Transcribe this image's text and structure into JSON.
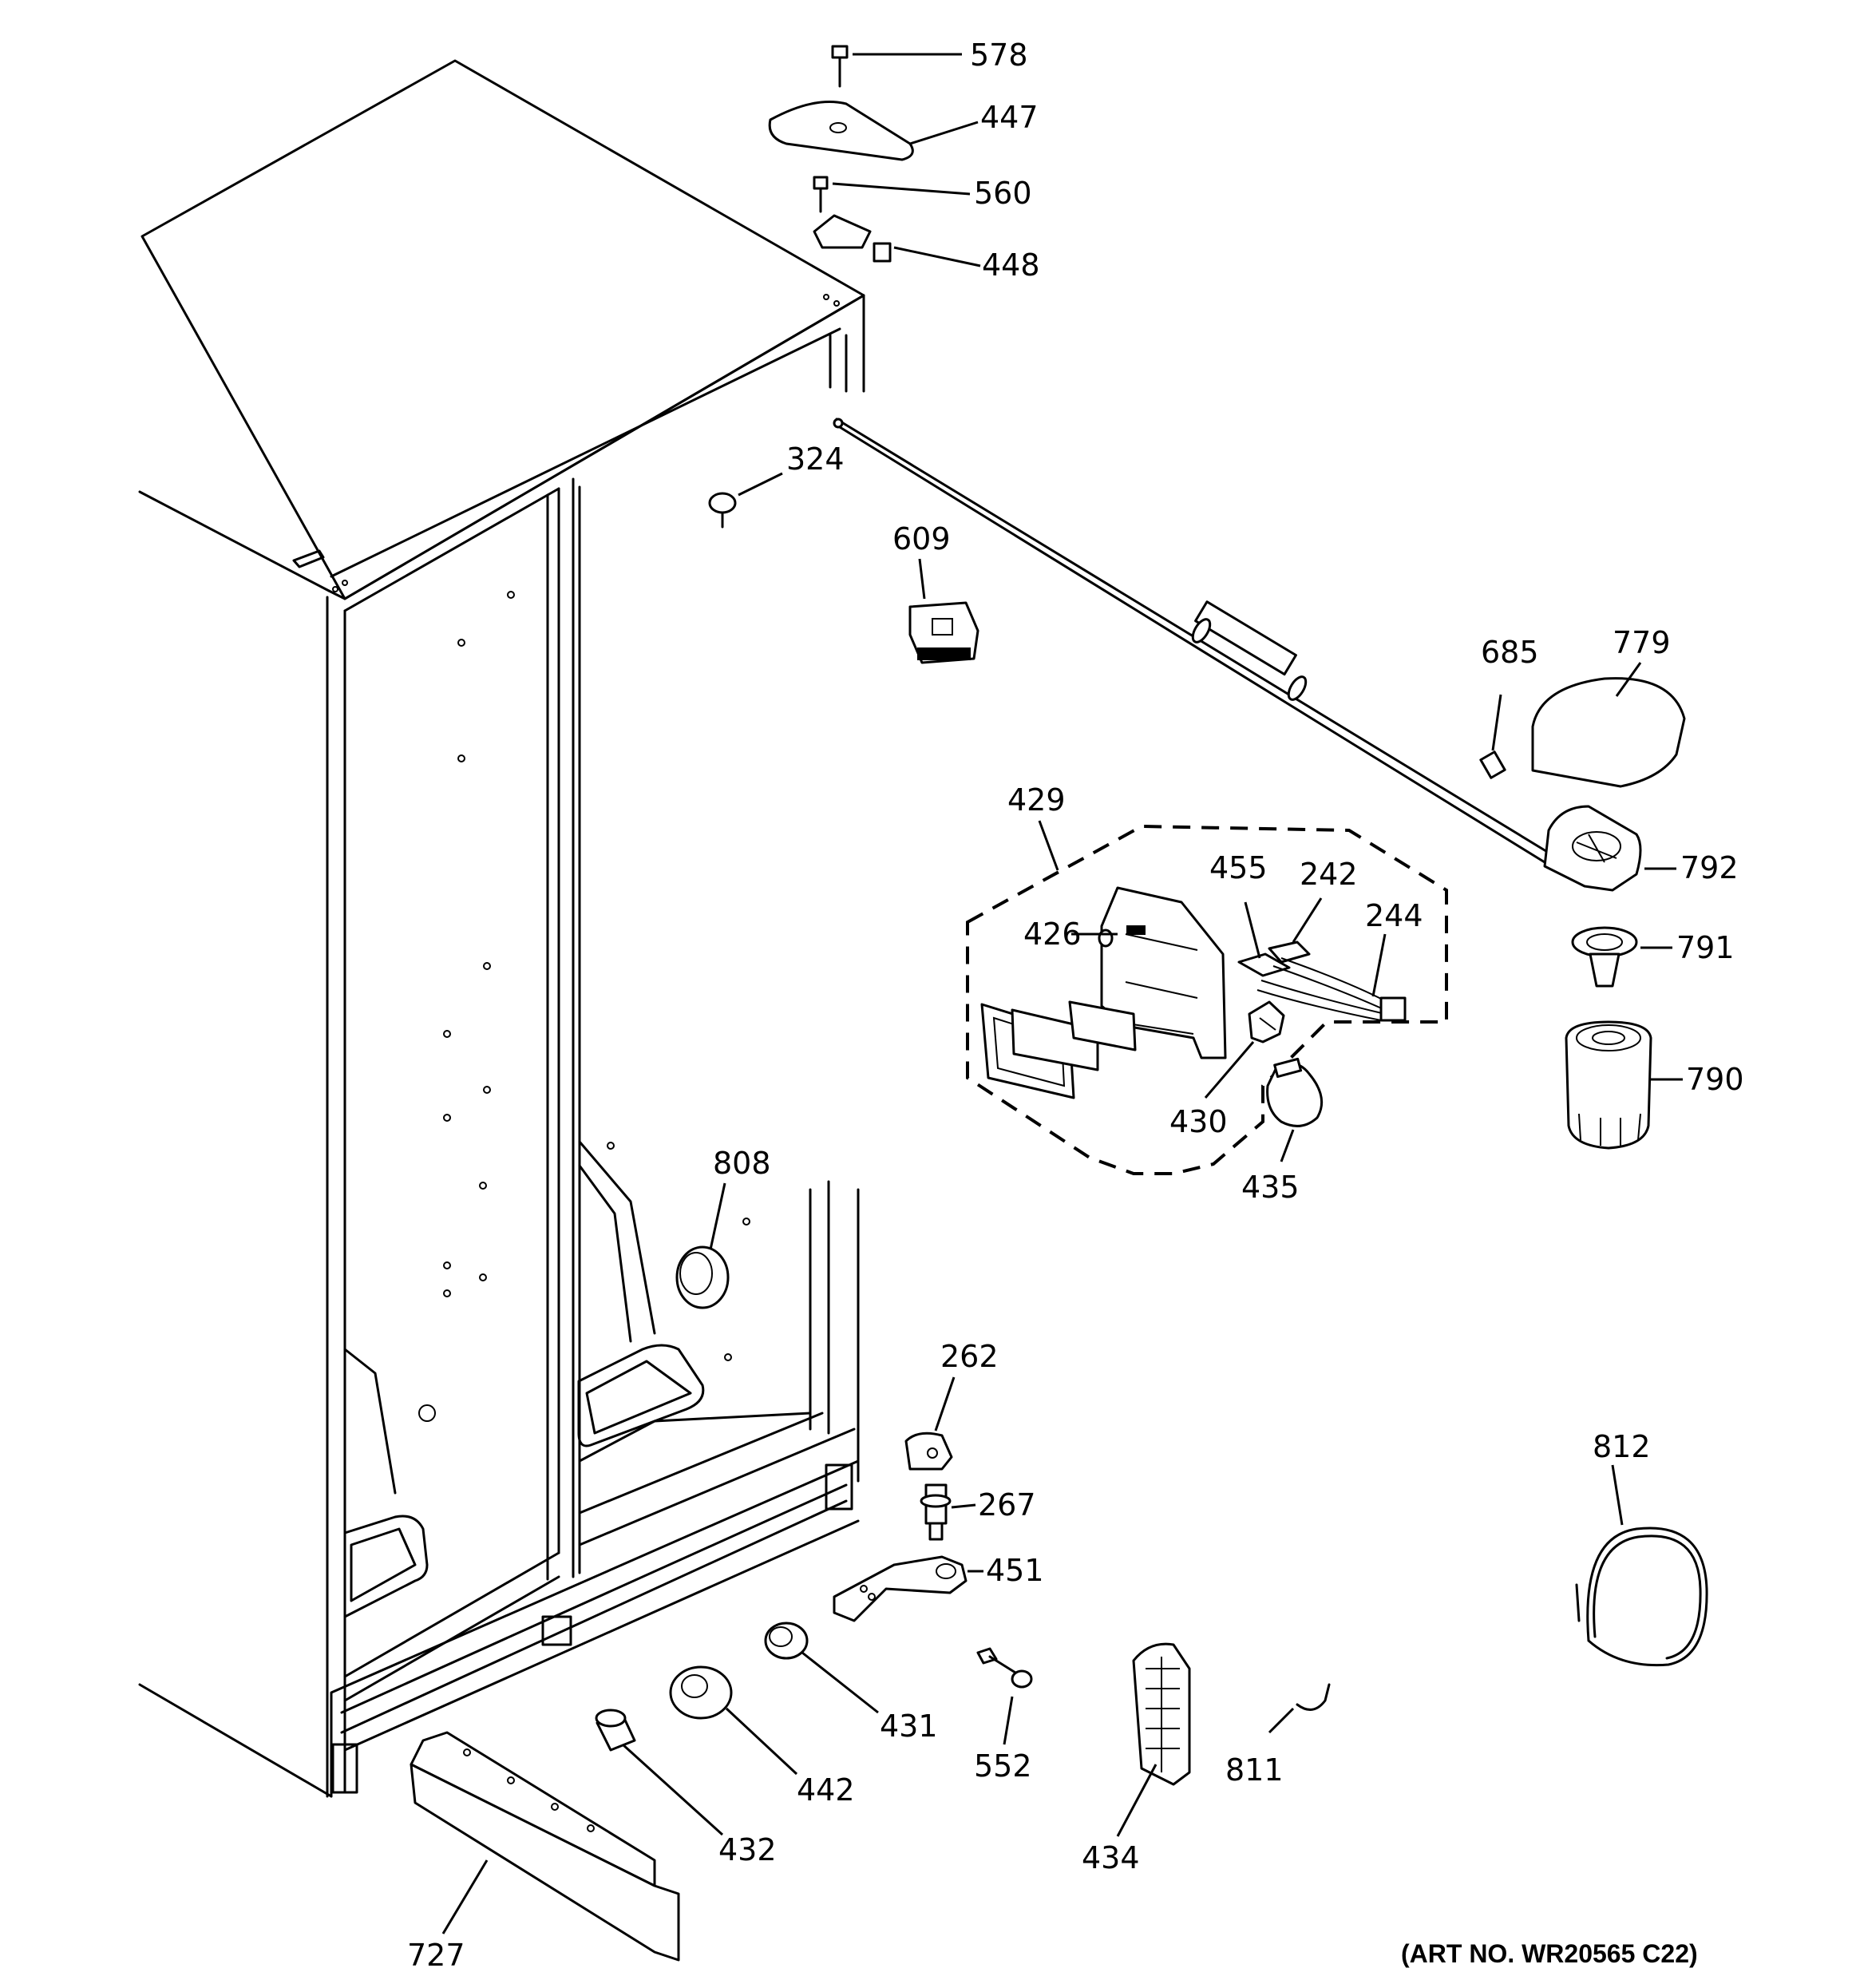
{
  "diagram": {
    "art_number": "(ART NO. WR20565 C22)",
    "callouts": {
      "c578": "578",
      "c447": "447",
      "c560": "560",
      "c448": "448",
      "c324": "324",
      "c609": "609",
      "c685": "685",
      "c779": "779",
      "c792": "792",
      "c791": "791",
      "c790": "790",
      "c429": "429",
      "c426": "426",
      "c455": "455",
      "c242": "242",
      "c244": "244",
      "c430": "430",
      "c435": "435",
      "c808": "808",
      "c262": "262",
      "c267": "267",
      "c451": "451",
      "c812": "812",
      "c431": "431",
      "c442": "442",
      "c432": "432",
      "c552": "552",
      "c434": "434",
      "c811": "811",
      "c727": "727"
    }
  }
}
